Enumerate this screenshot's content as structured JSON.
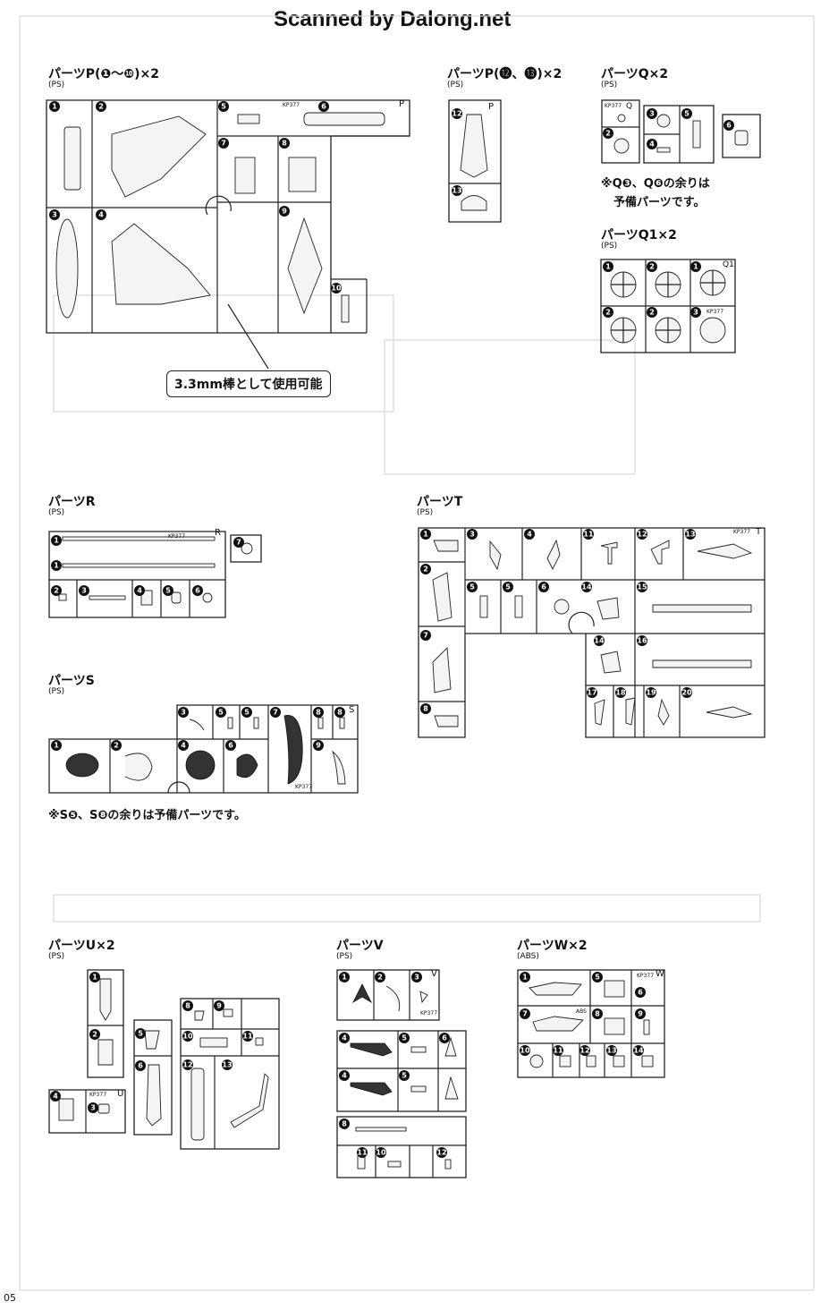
{
  "header": {
    "scan_credit": "Scanned by Dalong.net"
  },
  "page_number": "05",
  "sections": {
    "P1": {
      "title": "パーツP(❶〜❿)×2",
      "material": "(PS)",
      "callout": "3.3mm棒として使用可能",
      "tag": "P",
      "code": "KP377"
    },
    "P2": {
      "title": "パーツP(⓬、⓭)×2",
      "material": "(PS)",
      "tag": "P"
    },
    "Q": {
      "title": "パーツQ×2",
      "material": "(PS)",
      "note_line1": "※Q❸、Q❻の余りは",
      "note_line2": "予備パーツです。",
      "tag": "Q",
      "code": "KP377"
    },
    "Q1": {
      "title": "パーツQ1×2",
      "material": "(PS)",
      "tag": "Q1",
      "code": "KP377"
    },
    "R": {
      "title": "パーツR",
      "material": "(PS)",
      "tag": "R",
      "code": "KP377"
    },
    "S": {
      "title": "パーツS",
      "material": "(PS)",
      "note": "※S❺、S❽の余りは予備パーツです。",
      "tag": "S",
      "code": "KP377"
    },
    "T": {
      "title": "パーツT",
      "material": "(PS)",
      "tag": "T",
      "code": "KP377"
    },
    "U": {
      "title": "パーツU×2",
      "material": "(PS)",
      "tag": "U",
      "code": "KP377"
    },
    "V": {
      "title": "パーツV",
      "material": "(PS)",
      "tag": "V",
      "code": "KP377"
    },
    "W": {
      "title": "パーツW×2",
      "material": "(ABS)",
      "tag": "W",
      "code": "KP377",
      "sub_code": "ABS"
    }
  }
}
